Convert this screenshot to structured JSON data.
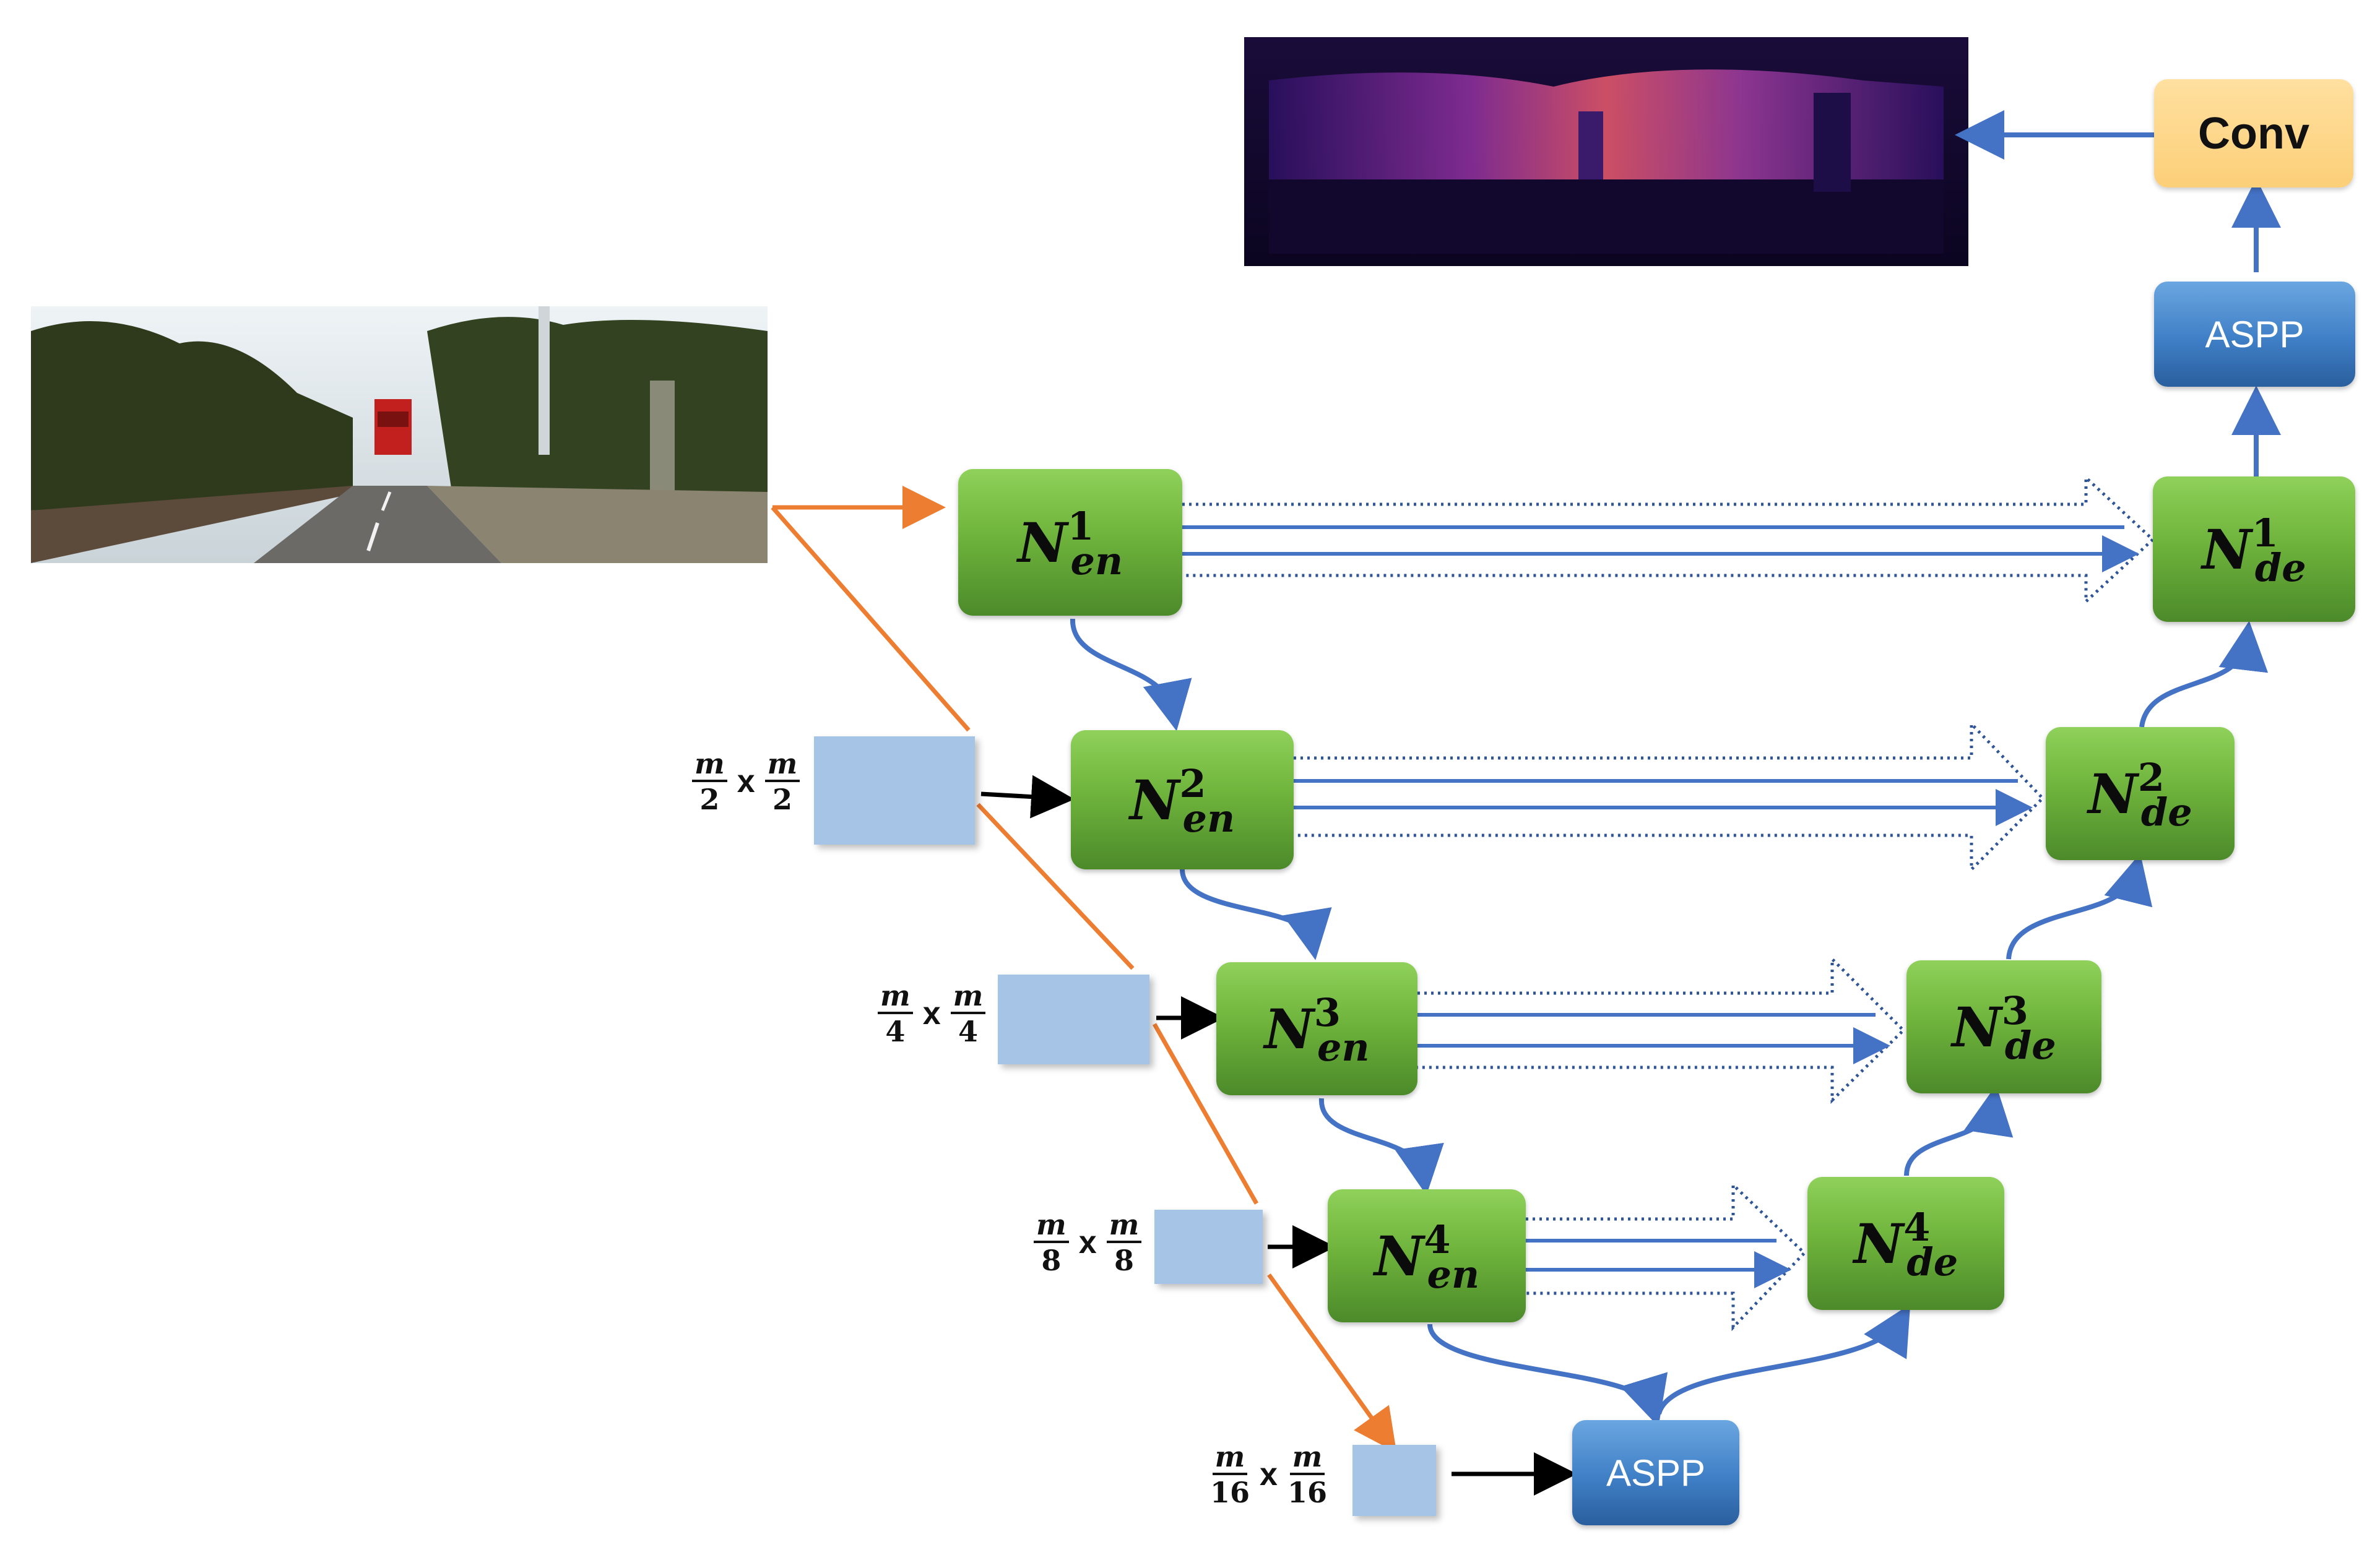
{
  "encoder": [
    {
      "label": "N",
      "sup": "1",
      "sub": "en"
    },
    {
      "label": "N",
      "sup": "2",
      "sub": "en"
    },
    {
      "label": "N",
      "sup": "3",
      "sub": "en"
    },
    {
      "label": "N",
      "sup": "4",
      "sub": "en"
    }
  ],
  "decoder": [
    {
      "label": "N",
      "sup": "1",
      "sub": "de"
    },
    {
      "label": "N",
      "sup": "2",
      "sub": "de"
    },
    {
      "label": "N",
      "sup": "3",
      "sub": "de"
    },
    {
      "label": "N",
      "sup": "4",
      "sub": "de"
    }
  ],
  "aspp_top": "ASPP",
  "aspp_bottom": "ASPP",
  "conv": "Conv",
  "scales": [
    {
      "num": "m",
      "den": "2",
      "times": "x"
    },
    {
      "num": "m",
      "den": "4",
      "times": "x"
    },
    {
      "num": "m",
      "den": "8",
      "times": "x"
    },
    {
      "num": "m",
      "den": "16",
      "times": "x"
    }
  ],
  "colors": {
    "blue_arrow": "#4472c4",
    "orange_arrow": "#ed7d31",
    "black_arrow": "#000000",
    "encoder_green": "#6fb43c",
    "aspp_blue": "#3f7fc6",
    "conv_orange": "#fccf78",
    "scale_box": "#a6c4e6"
  }
}
